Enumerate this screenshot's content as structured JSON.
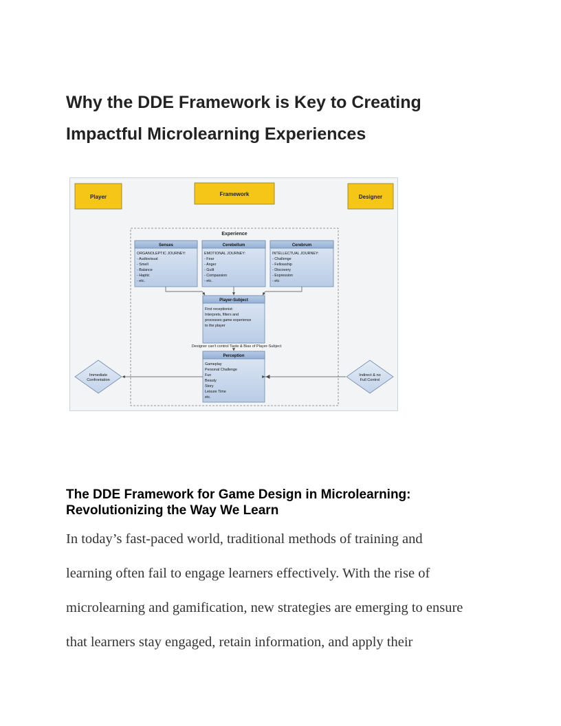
{
  "document": {
    "title_line1": "Why the DDE Framework is Key to Creating",
    "title_line2": "Impactful Microlearning Experiences",
    "section_heading_line1": "The DDE Framework for Game Design in Microlearning:",
    "section_heading_line2": "Revolutionizing the Way We Learn",
    "paragraph_lines": [
      "In today’s fast-paced world, traditional methods of training and",
      "learning often fail to engage learners effectively. With the rise of",
      "microlearning and gamification, new strategies are emerging to ensure",
      "that learners stay engaged, retain information, and apply their"
    ]
  },
  "diagram": {
    "player": "Player",
    "framework": "Framework",
    "designer": "Designer",
    "experience": "Experience",
    "senses": {
      "title": "Senses",
      "lines": [
        "ORGANOLEPTIC JOURNEY:",
        "- Audiovisual",
        "- Smell",
        "- Balance",
        "- Haptic",
        "- etc."
      ]
    },
    "cerebellum": {
      "title": "Cerebellum",
      "lines": [
        "EMOTIONAL JOURNEY:",
        "- Fear",
        "- Anger",
        "- Guilt",
        "- Compassion",
        "- etc."
      ]
    },
    "cerebrum": {
      "title": "Cerebrum",
      "lines": [
        "INTELLECTUAL JOURNEY:",
        "- Challenge",
        "- Fellowship",
        "- Discovery",
        "- Expression",
        "- etc"
      ]
    },
    "player_subject": {
      "title": "Player-Subject",
      "lines": [
        "First receptionist:",
        "Interprets, filters and",
        "processes game experience",
        "to the player"
      ]
    },
    "note": "Designer can't control Taste & Bias of Player-Subject",
    "perception": {
      "title": "Perception",
      "lines": [
        "Gameplay",
        "Personal Challenge",
        "Fun",
        "Beauty",
        "Story",
        "Leisure Time",
        "etc."
      ]
    },
    "left_diamond": [
      "Immediate",
      "Confrontation"
    ],
    "right_diamond": [
      "Indirect & no",
      "Full Control"
    ],
    "colors": {
      "yellow_fill": "#f5c518",
      "blue_header": "#a9c1e0",
      "blue_body": "#c5d5ea",
      "diamond_fill": "#cfdced",
      "background": "#f3f4f6"
    }
  }
}
